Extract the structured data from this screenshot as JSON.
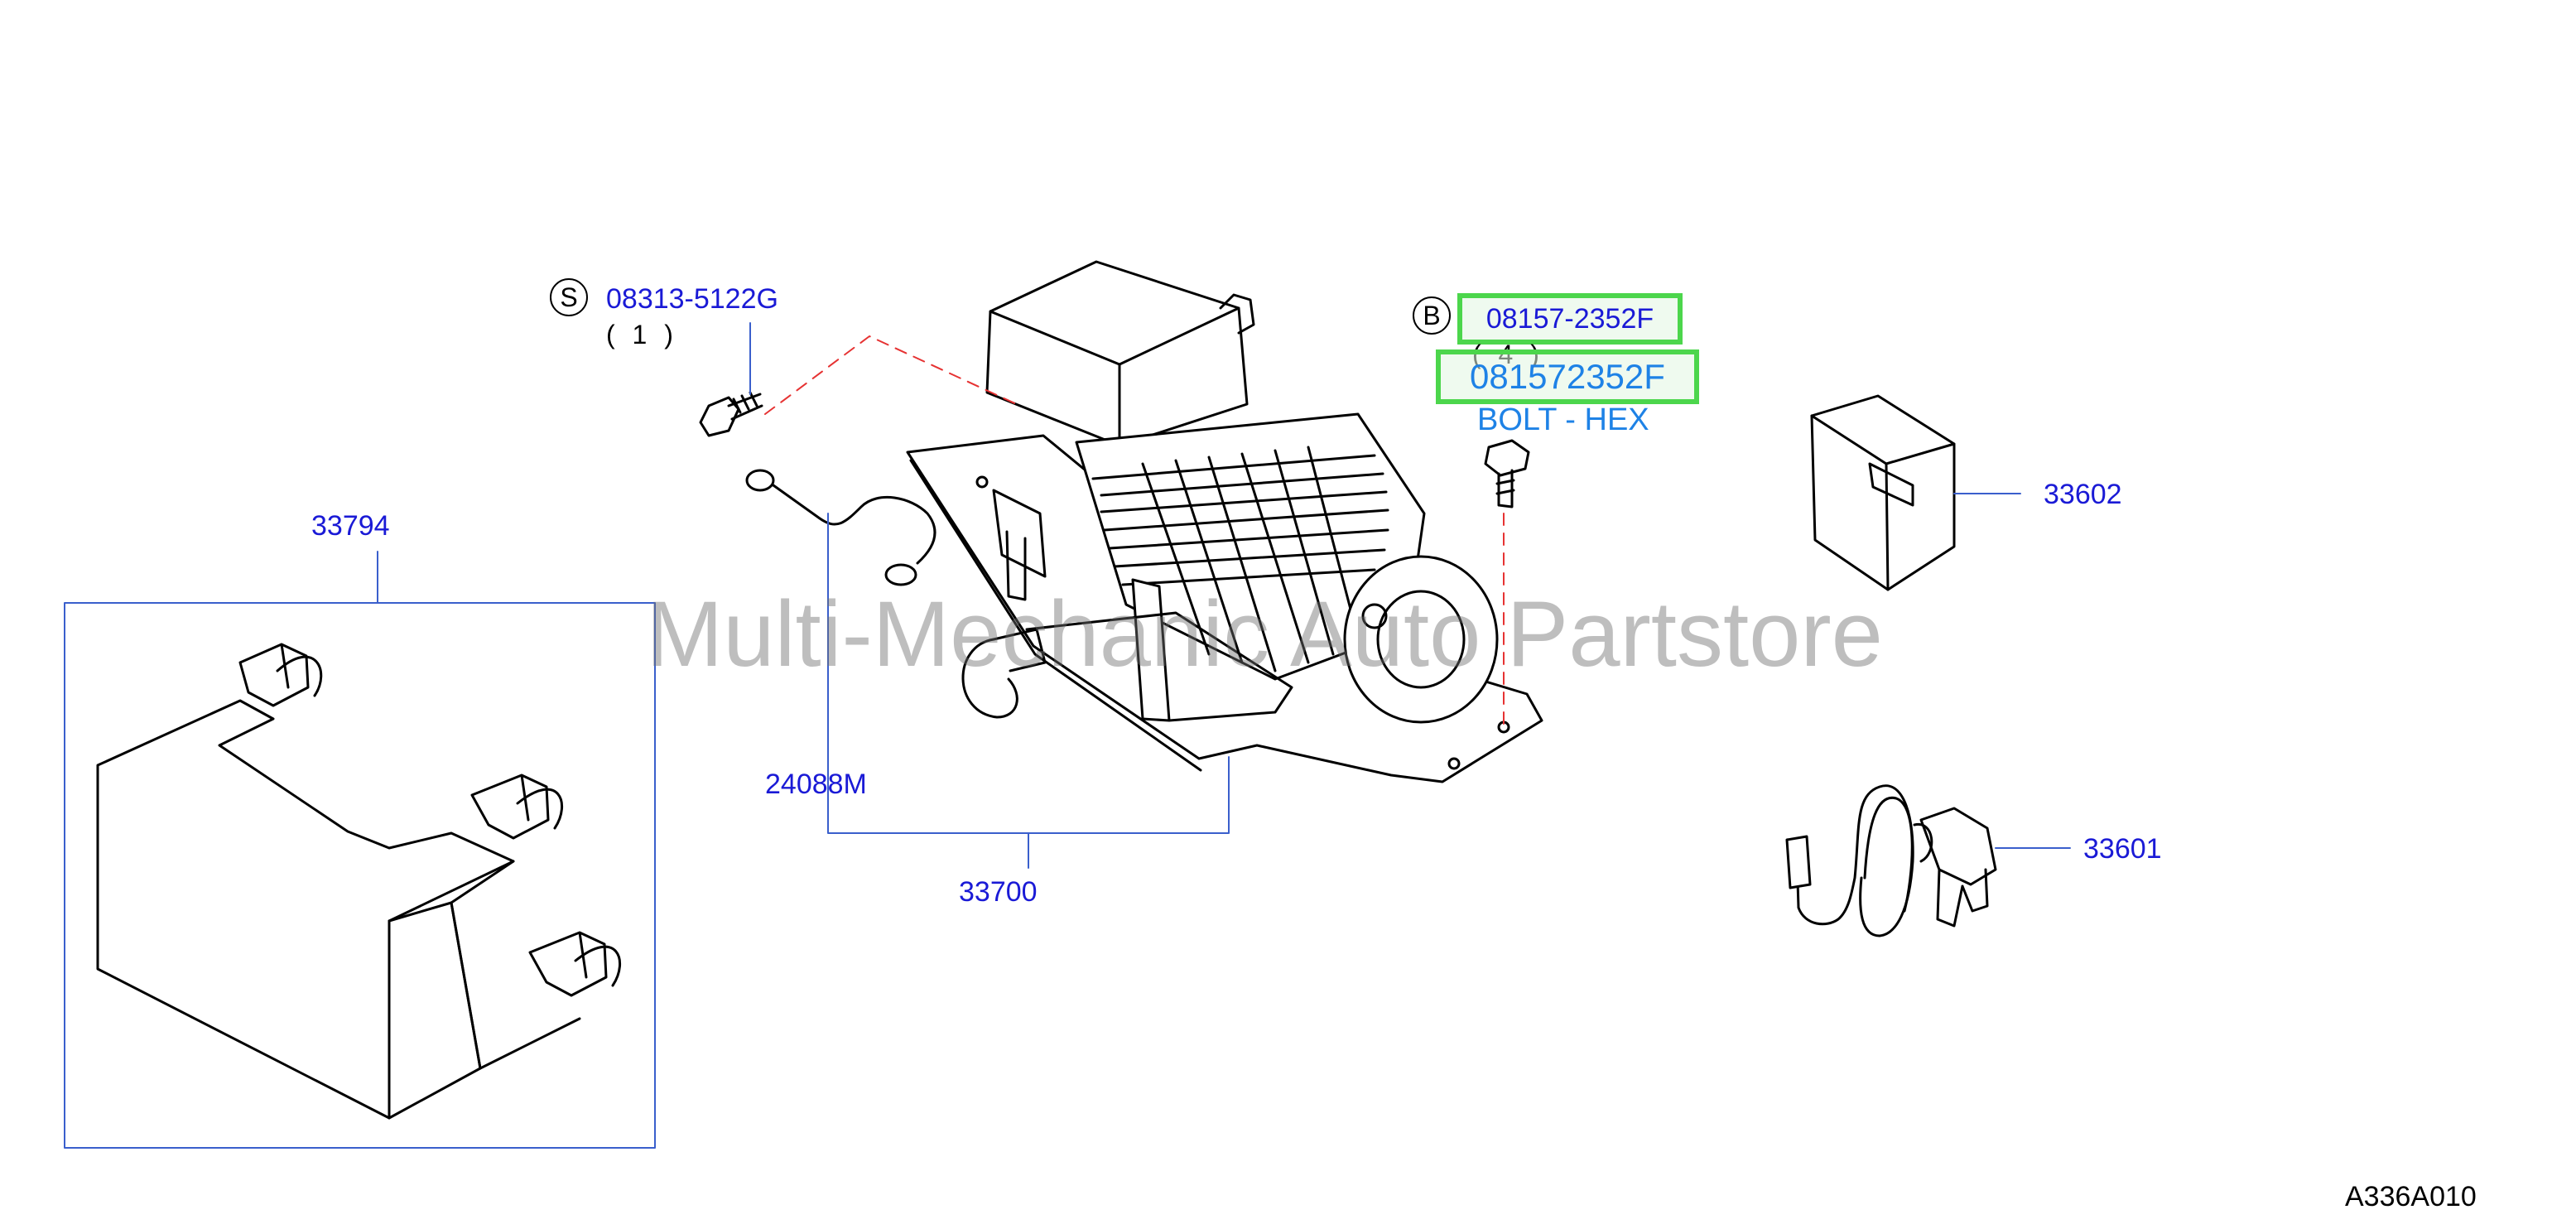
{
  "parts": {
    "p08313": {
      "symbol": "S",
      "number": "08313-5122G",
      "qty": "( 1 )"
    },
    "p08157": {
      "symbol": "B",
      "number": "08157-2352F",
      "qty": "( 4 )",
      "alt_number": "081572352F",
      "description": "BOLT - HEX"
    },
    "p33794": "33794",
    "p24088M": "24088M",
    "p33700": "33700",
    "p33602": "33602",
    "p33601": "33601"
  },
  "watermark": "Multi-Mechanic Auto Partstore",
  "diagram_ref": "A336A010",
  "colors": {
    "label": "#1a1ad6",
    "highlight": "#4cd64c",
    "description": "#1e82e6",
    "dashed_leader": "#e63232"
  }
}
